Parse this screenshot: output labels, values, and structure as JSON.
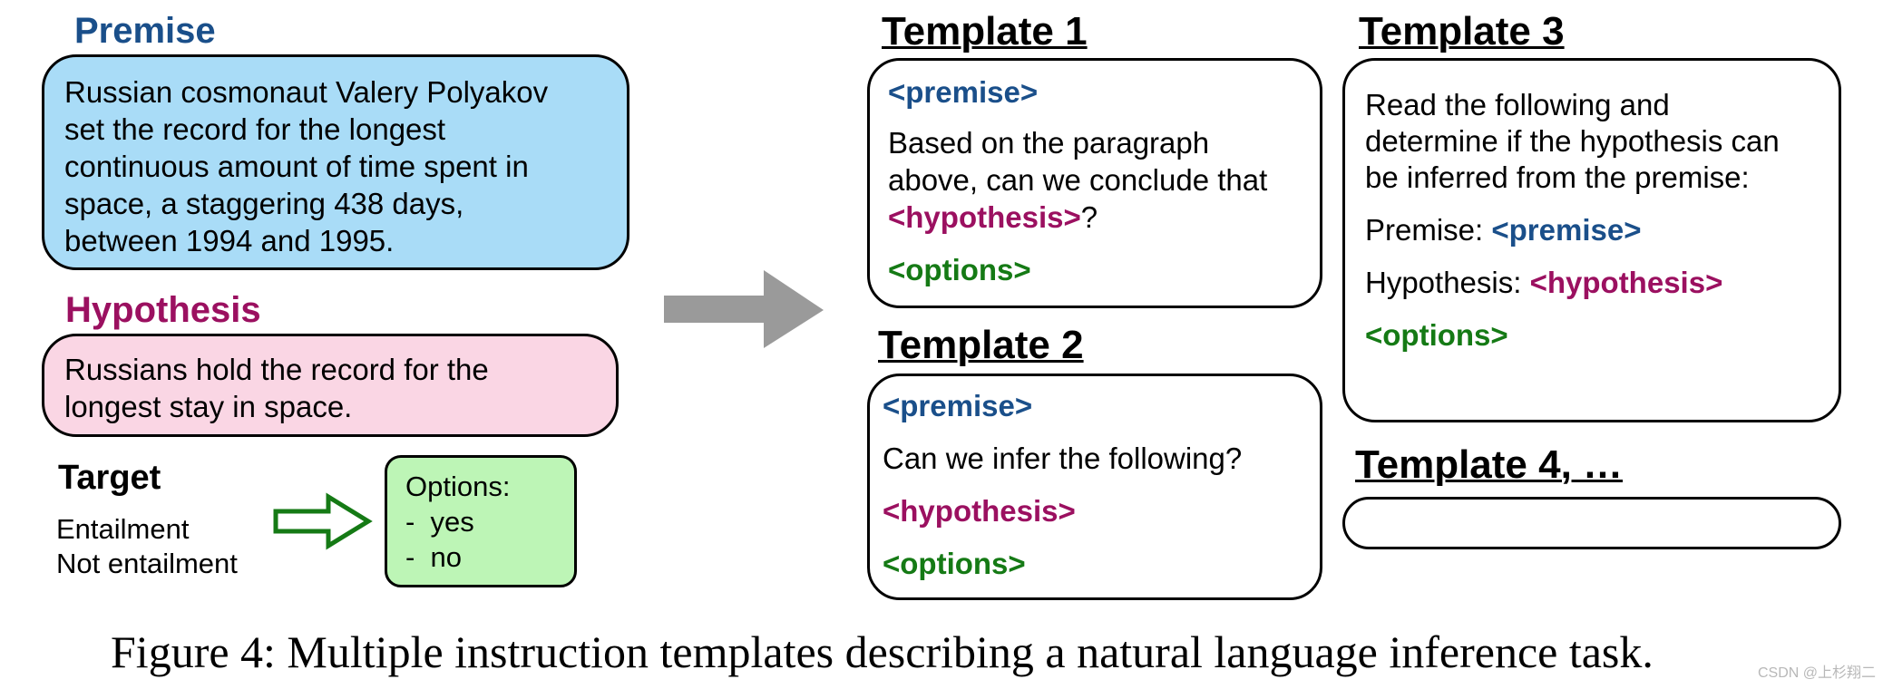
{
  "premise": {
    "heading": "Premise",
    "lines": [
      "Russian cosmonaut Valery Polyakov",
      "set the record for the longest",
      "continuous amount of time spent in",
      "space, a staggering 438 days,",
      "between 1994 and 1995."
    ]
  },
  "hypothesis": {
    "heading": "Hypothesis",
    "lines": [
      "Russians hold the record for the",
      "longest stay in space."
    ]
  },
  "target": {
    "heading": "Target",
    "items": [
      "Entailment",
      "Not entailment"
    ]
  },
  "options_box": {
    "title": "Options:",
    "items": [
      "-  yes",
      "-  no"
    ]
  },
  "templates": {
    "t1": {
      "title": "Template 1",
      "premise_tag": "<premise>",
      "text_line1": "Based on the paragraph",
      "text_line2": "above, can we conclude that",
      "hypothesis_tag": "<hypothesis>",
      "question_mark": "?",
      "options_tag": "<options>"
    },
    "t2": {
      "title": "Template 2",
      "premise_tag": "<premise>",
      "text": "Can we infer the following?",
      "hypothesis_tag": "<hypothesis>",
      "options_tag": "<options>"
    },
    "t3": {
      "title": "Template 3",
      "text_line1": "Read the following and",
      "text_line2": "determine if the hypothesis can",
      "text_line3": "be inferred from the premise:",
      "premise_label": "Premise: ",
      "premise_tag": "<premise>",
      "hypothesis_label": "Hypothesis: ",
      "hypothesis_tag": "<hypothesis>",
      "options_tag": "<options>"
    },
    "t4": {
      "title": "Template 4, …"
    }
  },
  "caption": "Figure 4: Multiple instruction templates describing a natural language inference task.",
  "watermark": "CSDN @上杉翔二",
  "colors": {
    "premise_fill": "#a9dcf7",
    "hypothesis_fill": "#fad6e4",
    "options_fill": "#bdf5b6",
    "premise_tag": "#1a4f8a",
    "hypothesis_tag": "#9b1060",
    "options_tag": "#157a15",
    "big_arrow": "#9a9a9a",
    "target_arrow": "#157a15"
  }
}
